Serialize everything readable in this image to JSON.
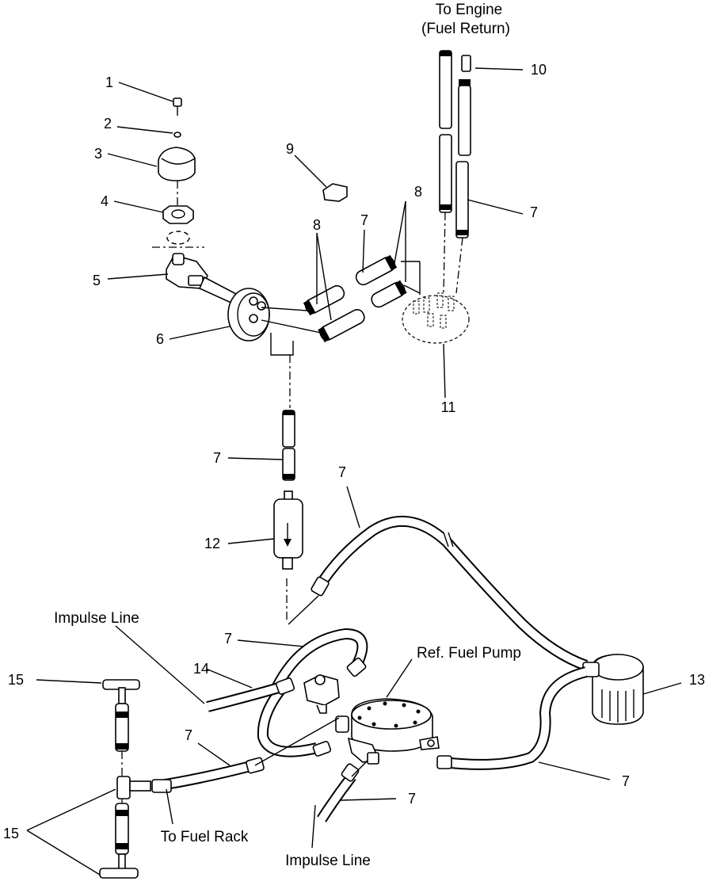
{
  "labels": {
    "to_engine": "To Engine",
    "fuel_return": "(Fuel Return)",
    "impulse_line_top": "Impulse Line",
    "ref_fuel_pump": "Ref. Fuel Pump",
    "to_fuel_rack": "To Fuel Rack",
    "impulse_line_bottom": "Impulse Line"
  },
  "callouts": {
    "c1": "1",
    "c2": "2",
    "c3": "3",
    "c4": "4",
    "c5": "5",
    "c6": "6",
    "c7a": "7",
    "c7b": "7",
    "c7c": "7",
    "c7d": "7",
    "c7e": "7",
    "c7f": "7",
    "c7g": "7",
    "c7h": "7",
    "c8a": "8",
    "c8b": "8",
    "c9": "9",
    "c10": "10",
    "c11": "11",
    "c12": "12",
    "c13": "13",
    "c14": "14",
    "c15a": "15",
    "c15b": "15"
  }
}
